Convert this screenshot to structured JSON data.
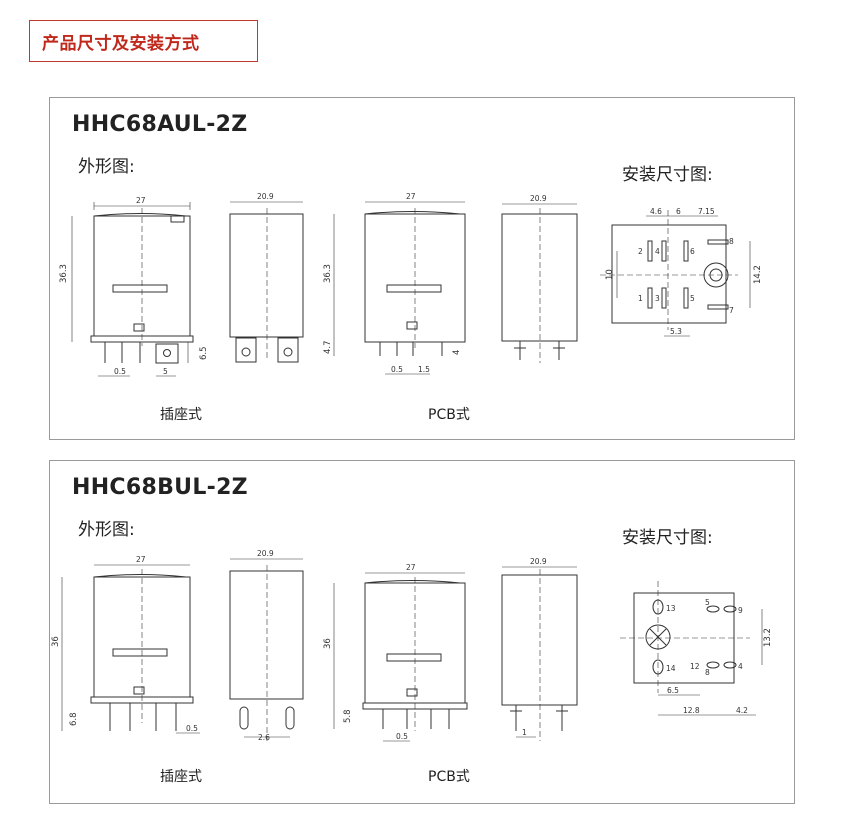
{
  "header": {
    "title": "产品尺寸及安装方式"
  },
  "panels": [
    {
      "model": "HHC68AUL-2Z",
      "outline_label": "外形图:",
      "mounting_label": "安装尺寸图:",
      "caption_socket": "插座式",
      "caption_pcb": "PCB式",
      "dims": {
        "width": "27",
        "depth": "20.9",
        "height": "36.3",
        "pin_pitch": "0.5",
        "pin_side": "5",
        "pin_len": "6.5",
        "pcb_pin": "4.7",
        "pcb_pin_b": "1.5",
        "pcb_tail": "4",
        "m_a": "4.6",
        "m_b": "6",
        "m_c": "7.15",
        "m_h": "10",
        "m_v": "14.2",
        "m_w": "5.3",
        "pins": [
          "8",
          "2",
          "4",
          "6",
          "1",
          "3",
          "5",
          "7"
        ]
      }
    },
    {
      "model": "HHC68BUL-2Z",
      "outline_label": "外形图:",
      "mounting_label": "安装尺寸图:",
      "caption_socket": "插座式",
      "caption_pcb": "PCB式",
      "dims": {
        "width": "27",
        "depth": "20.9",
        "height": "36",
        "pin_pitch": "0.5",
        "pin_len": "6.8",
        "side_pitch": "2.6",
        "pcb_pin": "5.8",
        "pcb_tail": "1",
        "m_v": "13.2",
        "m_w": "6.5",
        "m_x": "12.8",
        "m_y": "4.2",
        "pins": [
          "13",
          "5",
          "9",
          "14",
          "12",
          "8",
          "4"
        ]
      }
    }
  ]
}
